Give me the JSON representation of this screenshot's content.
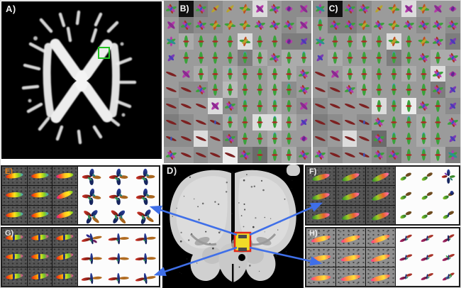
{
  "figure": {
    "background": "#ffffff"
  },
  "panel_a": {
    "label": "A)",
    "label_color": "#f0f0f0",
    "background": "#000000",
    "roi_color": "#22c422"
  },
  "panel_b": {
    "label": "B)",
    "grid": [
      [
        "3s",
        "0L",
        "2s",
        "3y",
        "4y",
        "4t",
        "8x",
        "4s",
        "3m",
        "3x"
      ],
      [
        "4x",
        "2s",
        "3s",
        "3t",
        "4t",
        "4t",
        "4s",
        "4s",
        "3s",
        "4x"
      ],
      [
        "4a",
        "5v",
        "4v",
        "4v",
        "4v",
        "8t",
        "4v",
        "4v",
        "2m",
        "2p"
      ],
      [
        "4p",
        "4v",
        "4v",
        "4v",
        "4v",
        "2w",
        "5v",
        "4s",
        "5v",
        "5w"
      ],
      [
        "4d",
        "4x",
        "5v",
        "4v",
        "5w",
        "4v",
        "4v",
        "5v",
        "5v",
        "4s"
      ],
      [
        "4d",
        "3d",
        "3s",
        "4v",
        "6v",
        "4v",
        "4v",
        "5v",
        "3w",
        "4s"
      ],
      [
        "3d",
        "4d",
        "4d",
        "8x",
        "3s",
        "4w",
        "4v",
        "5w",
        "4v",
        "3x"
      ],
      [
        "2d",
        "3d",
        "4d",
        "3e",
        "5w",
        "4v",
        "8v",
        "8w",
        "5v",
        "4p"
      ],
      [
        "3e",
        "3d",
        "8d",
        "4d",
        "2s",
        "4v",
        "4v",
        "5w",
        "4v",
        "4m"
      ],
      [
        "4s",
        "4d",
        "3d",
        "4d",
        "9d",
        "2s",
        "1v",
        "4v",
        "5v",
        "3s"
      ]
    ]
  },
  "panel_c": {
    "label": "C)",
    "grid": [
      [
        "3a",
        "0L",
        "2s",
        "3s",
        "4y",
        "4t",
        "8x",
        "4t",
        "4x",
        "4m"
      ],
      [
        "4w",
        "2s",
        "2s",
        "3t",
        "4s",
        "4t",
        "4s",
        "3s",
        "4s",
        "3s"
      ],
      [
        "4a",
        "4v",
        "4v",
        "5v",
        "4v",
        "8t",
        "4v",
        "4t",
        "4s",
        "2p"
      ],
      [
        "4p",
        "5v",
        "4v",
        "4v",
        "4v",
        "2w",
        "4v",
        "4s",
        "5v",
        "5s"
      ],
      [
        "4d",
        "4x",
        "5v",
        "5v",
        "4v",
        "4v",
        "5v",
        "4v",
        "8s",
        "4m"
      ],
      [
        "4d",
        "3d",
        "4s",
        "5v",
        "4v",
        "4w",
        "4v",
        "4v",
        "2s",
        "4p"
      ],
      [
        "3d",
        "4d",
        "4d",
        "4d",
        "8v",
        "4w",
        "9v",
        "4s",
        "4v",
        "3p"
      ],
      [
        "2d",
        "3d",
        "4d",
        "3e",
        "4s",
        "4v",
        "4w",
        "5v",
        "4v",
        "4s"
      ],
      [
        "3d",
        "4d",
        "8d",
        "4d",
        "1s",
        "4w",
        "4v",
        "5w",
        "4v",
        "4p"
      ],
      [
        "4s",
        "3d",
        "4d",
        "4e",
        "3s",
        "2s",
        "4v",
        "4w",
        "5v",
        "2a"
      ]
    ]
  },
  "panel_d": {
    "label": "D)",
    "label_color": "#e8e8e8",
    "background": "#000000",
    "roi_fill": "#f0dc28",
    "roi_border": "#e22818",
    "arrow_color": "#3f6fe8"
  },
  "panel_e": {
    "label": "E)",
    "label_color": "#e8821e",
    "micro_style": "rainbow",
    "micro_tone": "dark",
    "micro_angles": [
      -8,
      -5,
      -7,
      -3,
      -4,
      -22,
      -6,
      -9,
      -17
    ],
    "odf_style": "crossNavy",
    "odf_angles": [
      2,
      0,
      -4,
      6,
      2,
      -2,
      38,
      42,
      30
    ],
    "odf_special": [
      null,
      null,
      null,
      null,
      null,
      null,
      null,
      null,
      null
    ]
  },
  "panel_f": {
    "label": "F)",
    "label_color": "#f0f0f0",
    "micro_style": "greenRed",
    "micro_tone": "dark",
    "micro_angles": [
      -16,
      -20,
      -24,
      -14,
      -18,
      -22,
      -12,
      -16,
      -20
    ],
    "odf_style": "peanut",
    "odf_angles": [
      -20,
      -22,
      0,
      -18,
      -20,
      -16,
      -16,
      -18,
      -20
    ],
    "odf_special": [
      null,
      null,
      "star",
      null,
      null,
      "blob",
      null,
      null,
      "spike"
    ]
  },
  "panel_g": {
    "label": "G)",
    "label_color": "#e6e6e6",
    "micro_style": "rainbowSpike",
    "micro_tone": "dark",
    "micro_angles": [
      -4,
      -7,
      -9,
      -4,
      -2,
      -14,
      -8,
      -11,
      -6
    ],
    "odf_style": "plusNavy",
    "odf_angles": [
      -12,
      -4,
      -6,
      -2,
      0,
      -3,
      -6,
      -4,
      -10
    ],
    "odf_special": [
      "big",
      null,
      null,
      null,
      null,
      null,
      null,
      null,
      null
    ]
  },
  "panel_h": {
    "label": "H)",
    "label_color": "#f0f0f0",
    "micro_style": "pink",
    "micro_tone": "light",
    "micro_angles": [
      -14,
      -16,
      -20,
      -10,
      -12,
      -16,
      -6,
      -10,
      -14
    ],
    "odf_style": "maroonSpike",
    "odf_angles": [
      -20,
      -18,
      -24,
      -14,
      -16,
      -18,
      -14,
      -18,
      -22
    ],
    "odf_special": [
      null,
      null,
      "spike",
      null,
      null,
      "green",
      null,
      null,
      "burst"
    ]
  },
  "glyph_palette": {
    "green": "#3aa23a",
    "red": "#a83226",
    "maroon": "#7c2020",
    "magenta": "#b43aaa",
    "purple": "#7a3ab4",
    "blue": "#3a55bc",
    "cyan": "#36a8c4",
    "yellow": "#b8a42c",
    "navy": "#1c2f74",
    "orange": "#b06a20"
  },
  "bg_shades": [
    "#141414",
    "#6b6b6b",
    "#7d7d7d",
    "#8c8c8c",
    "#9b9b9b",
    "#ababab",
    "#b9b9b9",
    "#c9c9c9",
    "#dcdcdc",
    "#ececec"
  ]
}
